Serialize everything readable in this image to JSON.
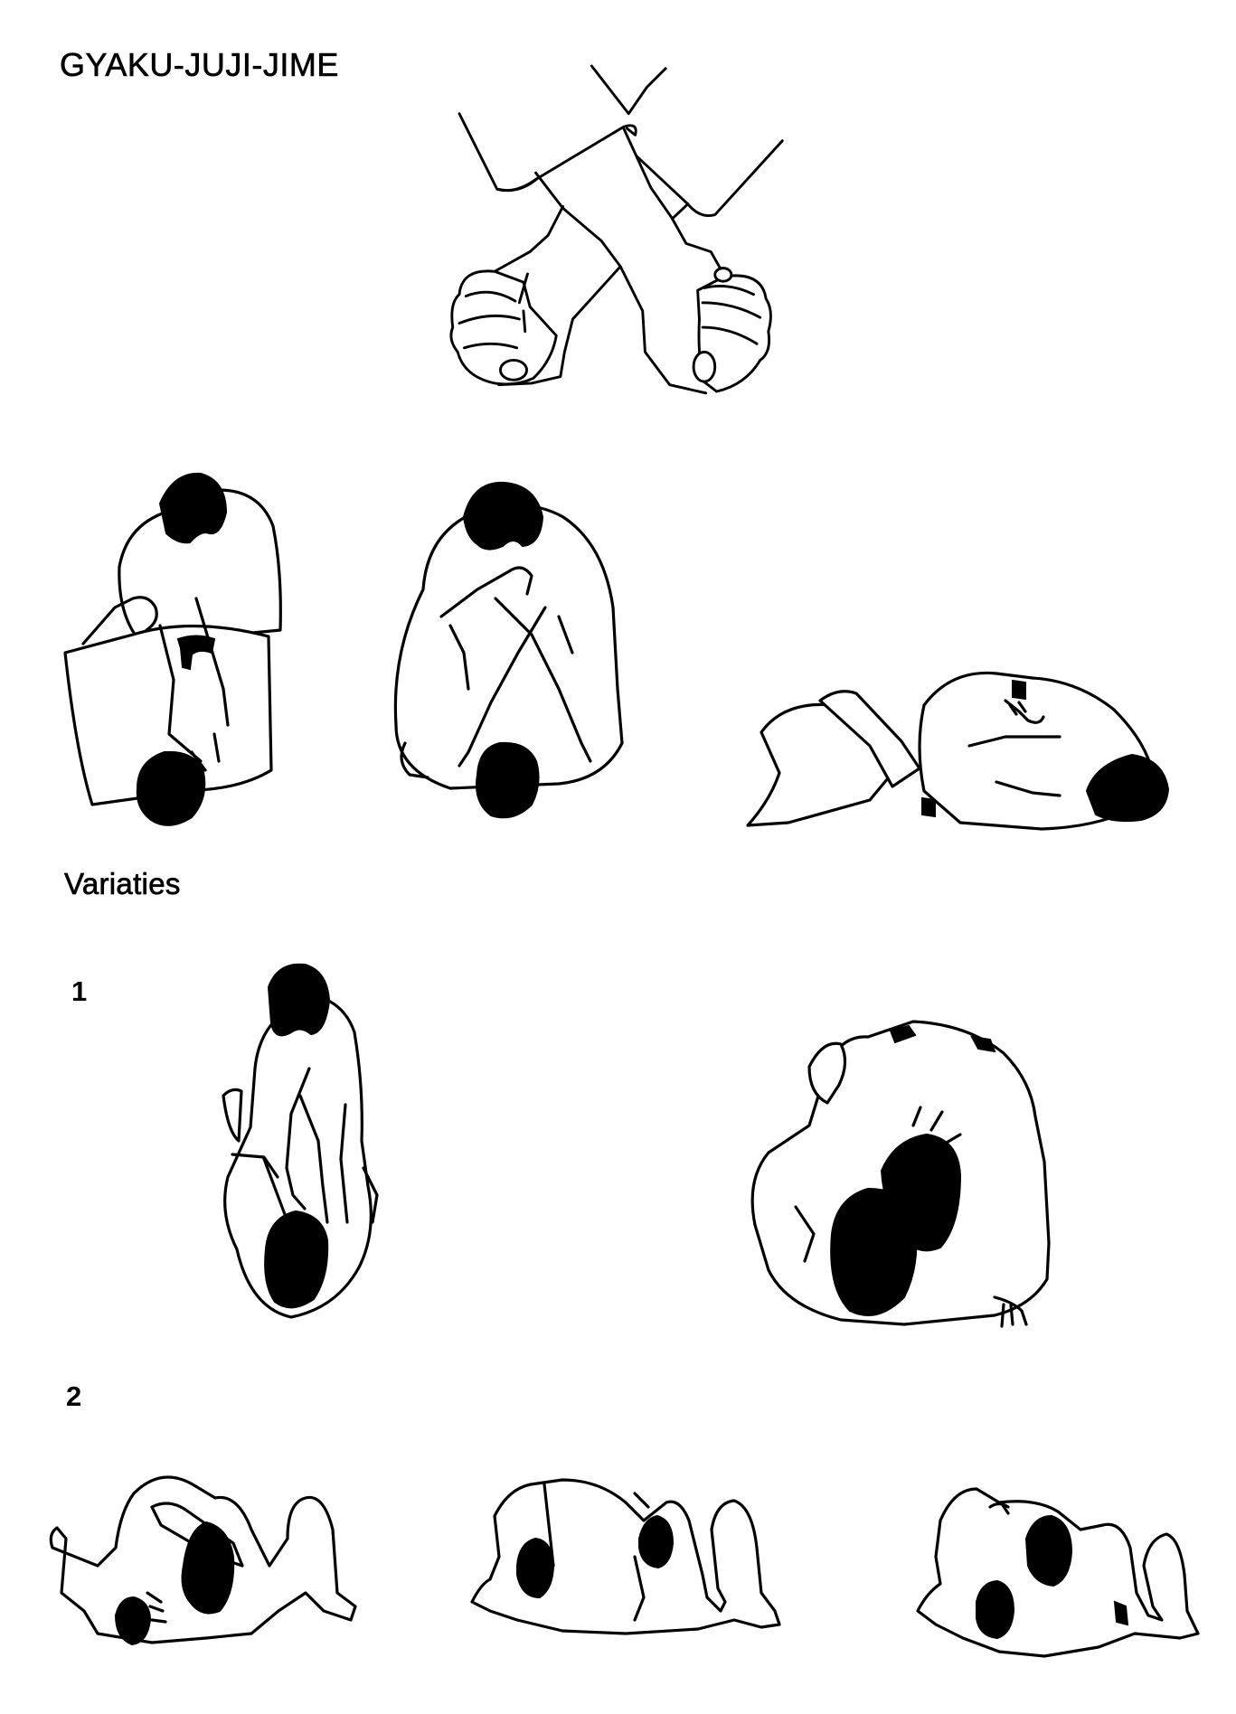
{
  "page": {
    "title": "GYAKU-JUJI-JIME",
    "section_heading": "Variaties",
    "variations": [
      {
        "number": "1"
      },
      {
        "number": "2"
      }
    ]
  },
  "figures": {
    "grip": {
      "icon": "crossed-hands-grip-illustration"
    },
    "main_sequence": [
      {
        "icon": "judoka-kneeling-cross-grip-illustration"
      },
      {
        "icon": "judoka-crossing-arms-illustration"
      },
      {
        "icon": "judoka-rolling-choke-illustration"
      }
    ],
    "variation_1": [
      {
        "icon": "judoka-kneeling-choke-illustration"
      },
      {
        "icon": "judoka-leaning-choke-illustration"
      }
    ],
    "variation_2": [
      {
        "icon": "judoka-ground-choke-step-1-illustration"
      },
      {
        "icon": "judoka-ground-choke-step-2-illustration"
      },
      {
        "icon": "judoka-ground-choke-step-3-illustration"
      }
    ]
  },
  "colors": {
    "ink": "#000000",
    "paper": "#ffffff"
  }
}
